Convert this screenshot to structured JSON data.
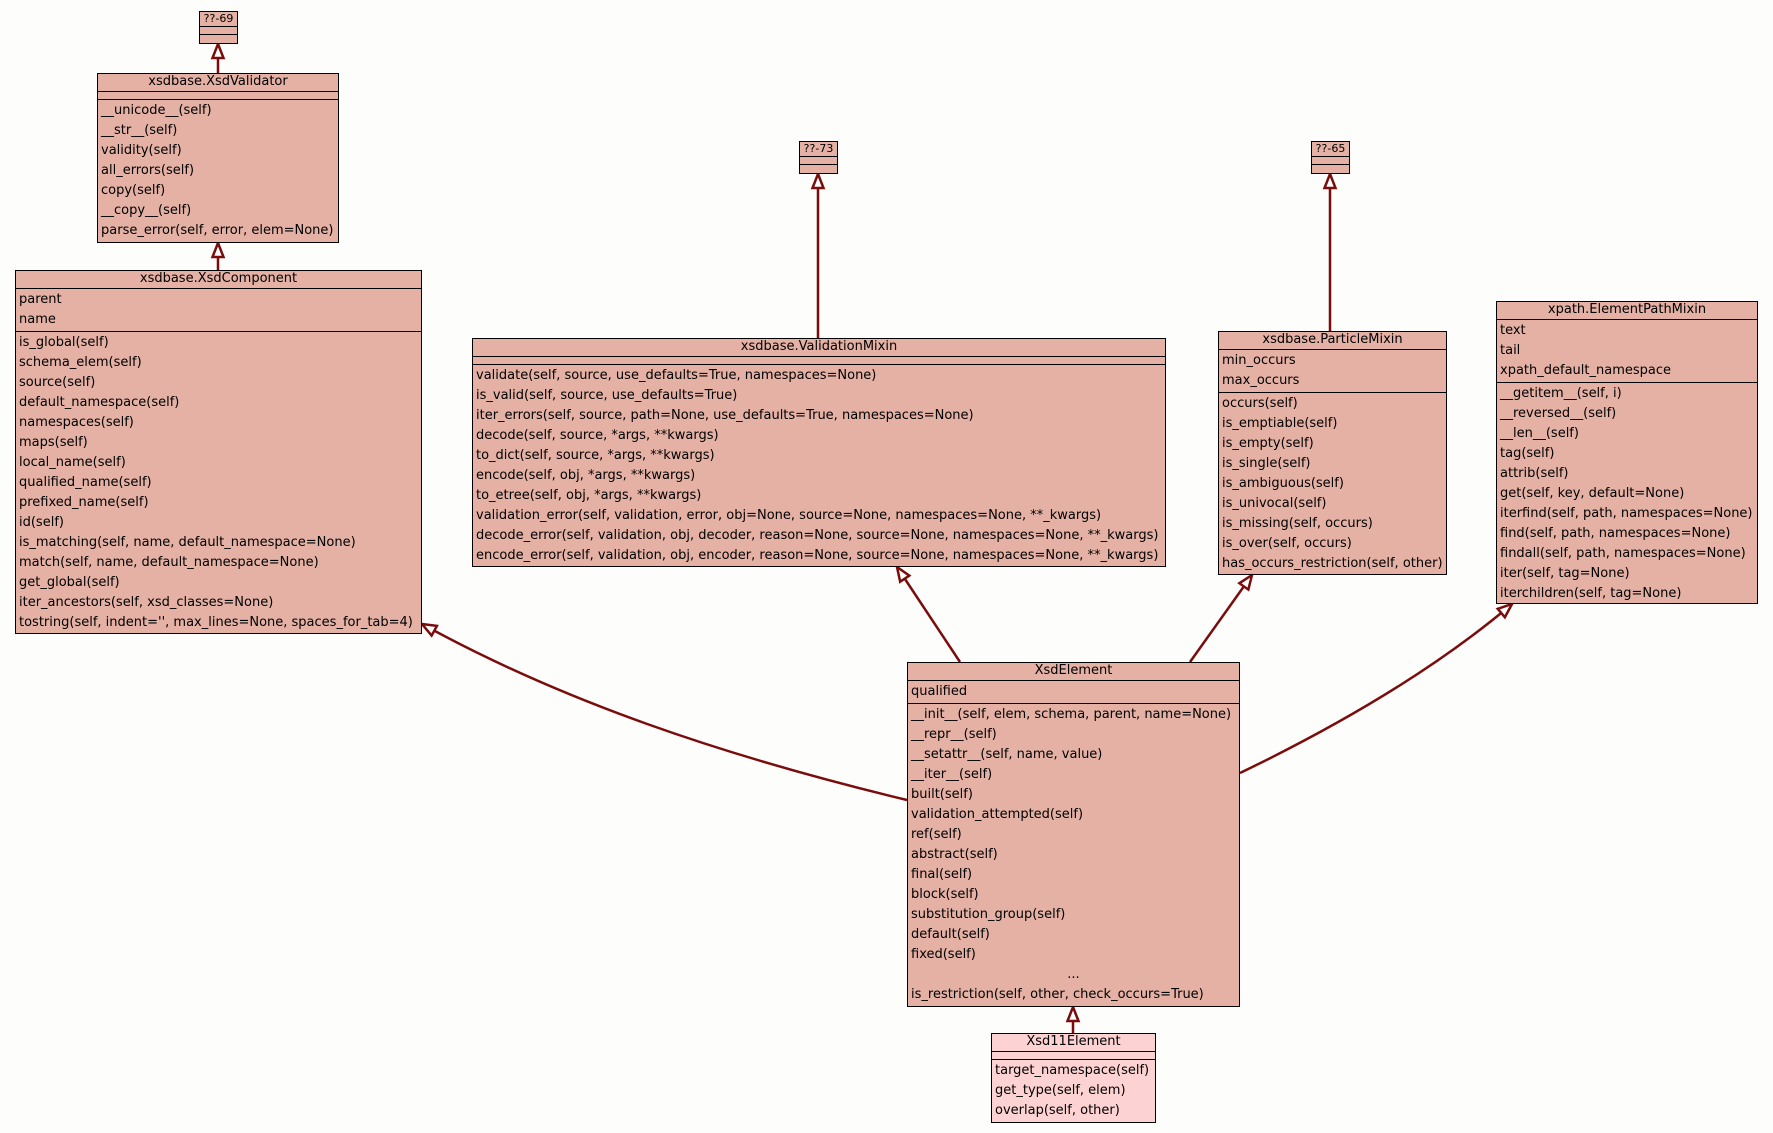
{
  "diagram": {
    "edge_color": "#7a0c0c",
    "box_color": "#e4b1a4",
    "highlight_box_color": "#fdd2d2",
    "classes": {
      "q69": {
        "title": "??-69",
        "attributes": [],
        "methods": []
      },
      "q73": {
        "title": "??-73",
        "attributes": [],
        "methods": []
      },
      "q65": {
        "title": "??-65",
        "attributes": [],
        "methods": []
      },
      "validator": {
        "title": "xsdbase.XsdValidator",
        "attributes": [],
        "methods": [
          "__unicode__(self)",
          "__str__(self)",
          "validity(self)",
          "all_errors(self)",
          "copy(self)",
          "__copy__(self)",
          "parse_error(self, error, elem=None)"
        ]
      },
      "component": {
        "title": "xsdbase.XsdComponent",
        "attributes": [
          "parent",
          "name"
        ],
        "methods": [
          "is_global(self)",
          "schema_elem(self)",
          "source(self)",
          "default_namespace(self)",
          "namespaces(self)",
          "maps(self)",
          "local_name(self)",
          "qualified_name(self)",
          "prefixed_name(self)",
          "id(self)",
          "is_matching(self, name, default_namespace=None)",
          "match(self, name, default_namespace=None)",
          "get_global(self)",
          "iter_ancestors(self, xsd_classes=None)",
          "tostring(self, indent='', max_lines=None, spaces_for_tab=4)"
        ]
      },
      "validation": {
        "title": "xsdbase.ValidationMixin",
        "attributes": [],
        "methods": [
          "validate(self, source, use_defaults=True, namespaces=None)",
          "is_valid(self, source, use_defaults=True)",
          "iter_errors(self, source, path=None, use_defaults=True, namespaces=None)",
          "decode(self, source, *args, **kwargs)",
          "to_dict(self, source, *args, **kwargs)",
          "encode(self, obj, *args, **kwargs)",
          "to_etree(self, obj, *args, **kwargs)",
          "validation_error(self, validation, error, obj=None, source=None, namespaces=None, **_kwargs)",
          "decode_error(self, validation, obj, decoder, reason=None, source=None, namespaces=None, **_kwargs)",
          "encode_error(self, validation, obj, encoder, reason=None, source=None, namespaces=None, **_kwargs)"
        ]
      },
      "particle": {
        "title": "xsdbase.ParticleMixin",
        "attributes": [
          "min_occurs",
          "max_occurs"
        ],
        "methods": [
          "occurs(self)",
          "is_emptiable(self)",
          "is_empty(self)",
          "is_single(self)",
          "is_ambiguous(self)",
          "is_univocal(self)",
          "is_missing(self, occurs)",
          "is_over(self, occurs)",
          "has_occurs_restriction(self, other)"
        ]
      },
      "xpath": {
        "title": "xpath.ElementPathMixin",
        "attributes": [
          "text",
          "tail",
          "xpath_default_namespace"
        ],
        "methods": [
          "__getitem__(self, i)",
          "__reversed__(self)",
          "__len__(self)",
          "tag(self)",
          "attrib(self)",
          "get(self, key, default=None)",
          "iterfind(self, path, namespaces=None)",
          "find(self, path, namespaces=None)",
          "findall(self, path, namespaces=None)",
          "iter(self, tag=None)",
          "iterchildren(self, tag=None)"
        ]
      },
      "element": {
        "title": "XsdElement",
        "attributes": [
          "qualified"
        ],
        "methods": [
          "__init__(self, elem, schema, parent, name=None)",
          "__repr__(self)",
          "__setattr__(self, name, value)",
          "__iter__(self)",
          "built(self)",
          "validation_attempted(self)",
          "ref(self)",
          "abstract(self)",
          "final(self)",
          "block(self)",
          "substitution_group(self)",
          "default(self)",
          "fixed(self)",
          "...",
          "is_restriction(self, other, check_occurs=True)"
        ]
      },
      "element11": {
        "title": "Xsd11Element",
        "attributes": [],
        "methods": [
          "target_namespace(self)",
          "get_type(self, elem)",
          "overlap(self, other)"
        ]
      }
    }
  }
}
